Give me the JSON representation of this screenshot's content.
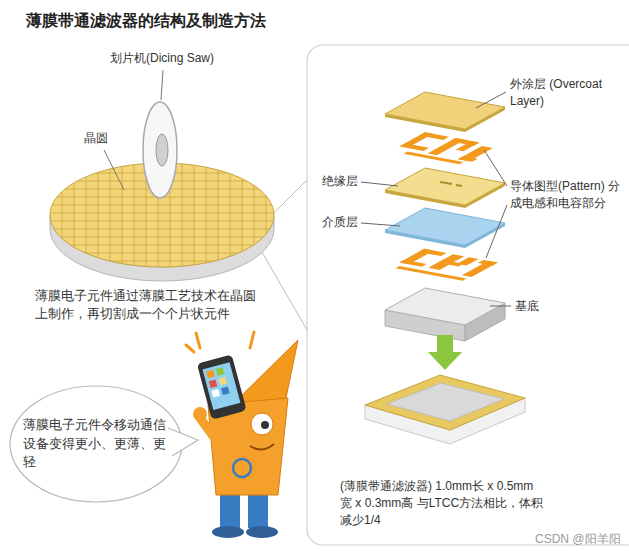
{
  "diagram": {
    "title": "薄膜带通滤波器的结构及制造方法",
    "nodes": [
      {
        "text": [
          "薄膜电子元件令移动通信设备变得更小、更薄、更轻"
        ]
      }
    ],
    "labels": [
      "划片机(Dicing Saw)",
      "晶圆",
      "薄膜电子元件通过薄膜工艺技术在晶圆上制作，再切割成一个个片状元件",
      "外涂层 (Overcoat Layer)",
      "绝缘层",
      "介质层",
      "导体图型(Pattern) 分成电感和电容部分",
      "基底",
      "(薄膜带通滤波器) 1.0mm长 x 0.5mm宽 x 0.3mm高 与LTCC方法相比，体积减少1/4",
      "CSDN @阳羊阳"
    ]
  }
}
